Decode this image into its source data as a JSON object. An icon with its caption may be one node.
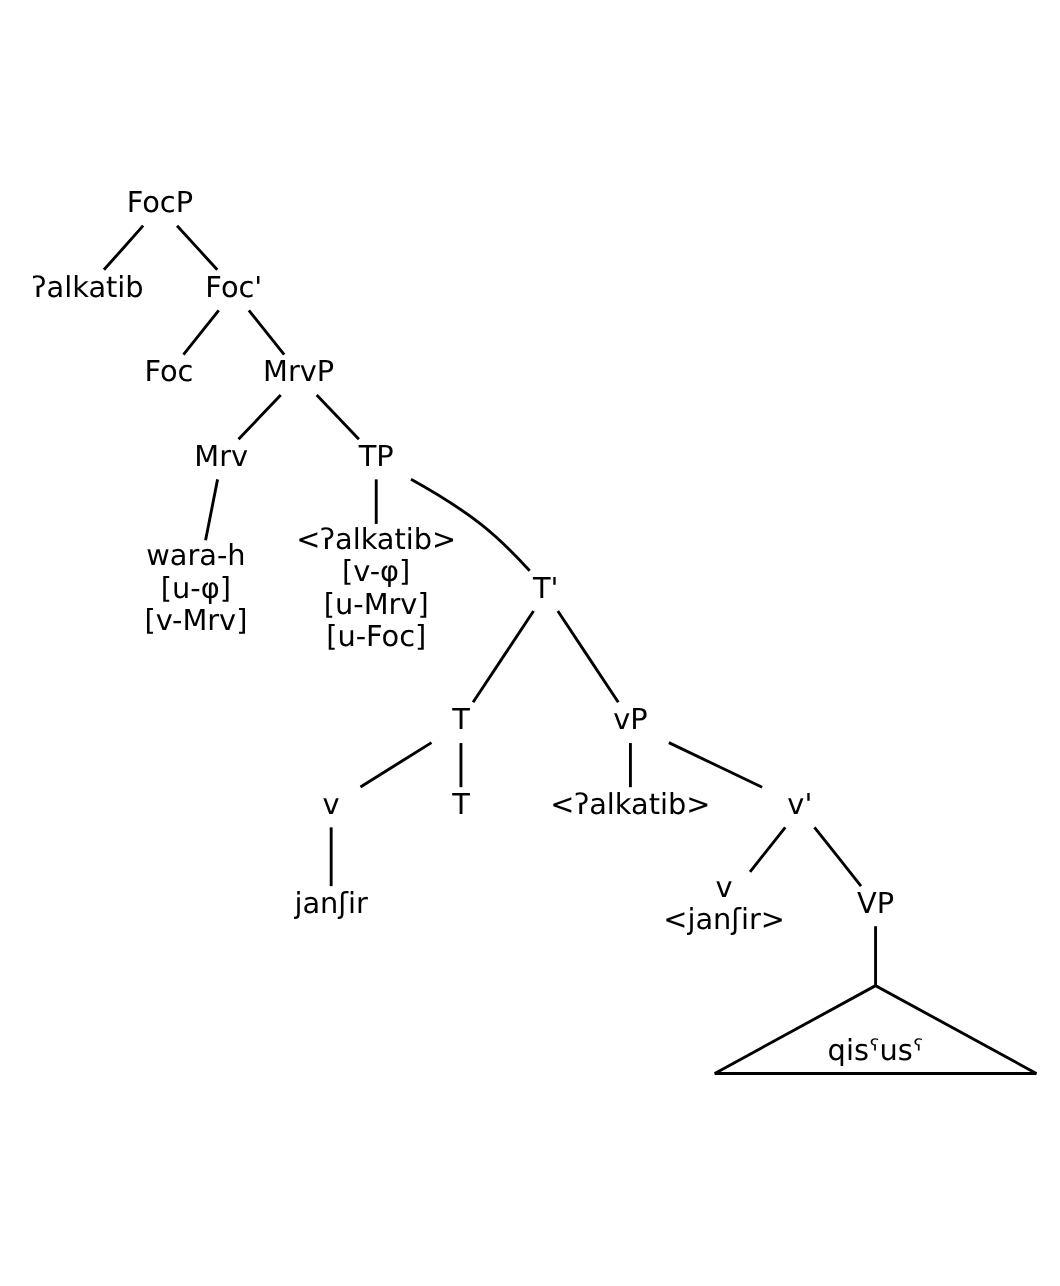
{
  "diagram": {
    "nodes": [
      {
        "text": [
          "FocP"
        ]
      },
      {
        "text": [
          "ʔalkatib"
        ]
      },
      {
        "text": [
          "Foc'"
        ]
      },
      {
        "text": [
          "Foc"
        ]
      },
      {
        "text": [
          "MrvP"
        ]
      },
      {
        "text": [
          "Mrv"
        ]
      },
      {
        "text": [
          "TP"
        ]
      },
      {
        "text": [
          "wara-h",
          "[u-φ]",
          "[v-Mrv]"
        ]
      },
      {
        "text": [
          "<ʔalkatib>",
          "[v-φ]",
          "[u-Mrv]",
          "[u-Foc]"
        ]
      },
      {
        "text": [
          "T'"
        ]
      },
      {
        "text": [
          "T"
        ]
      },
      {
        "text": [
          "vP"
        ]
      },
      {
        "text": [
          "v"
        ]
      },
      {
        "text": [
          "T"
        ]
      },
      {
        "text": [
          "<ʔalkatib>"
        ]
      },
      {
        "text": [
          "v'"
        ]
      },
      {
        "text": [
          "janʃir"
        ]
      },
      {
        "text": [
          "v",
          "<janʃir>"
        ]
      },
      {
        "text": [
          "VP"
        ]
      },
      {
        "text": [
          "qisˤusˤ"
        ]
      }
    ],
    "edges": [
      {
        "from": 0,
        "to": 1,
        "arrow": "none"
      },
      {
        "from": 0,
        "to": 2,
        "arrow": "none"
      },
      {
        "from": 2,
        "to": 3,
        "arrow": "none"
      },
      {
        "from": 2,
        "to": 4,
        "arrow": "none"
      },
      {
        "from": 4,
        "to": 5,
        "arrow": "none"
      },
      {
        "from": 4,
        "to": 6,
        "arrow": "none"
      },
      {
        "from": 5,
        "to": 7,
        "arrow": "none"
      },
      {
        "from": 6,
        "to": 8,
        "arrow": "none"
      },
      {
        "from": 6,
        "to": 9,
        "arrow": "none"
      },
      {
        "from": 9,
        "to": 10,
        "arrow": "none"
      },
      {
        "from": 9,
        "to": 11,
        "arrow": "none"
      },
      {
        "from": 10,
        "to": 12,
        "arrow": "none"
      },
      {
        "from": 10,
        "to": 13,
        "arrow": "none"
      },
      {
        "from": 11,
        "to": 14,
        "arrow": "none"
      },
      {
        "from": 11,
        "to": 15,
        "arrow": "none"
      },
      {
        "from": 12,
        "to": 16,
        "arrow": "none"
      },
      {
        "from": 15,
        "to": 17,
        "arrow": "none"
      },
      {
        "from": 15,
        "to": 18,
        "arrow": "none"
      },
      {
        "from": 18,
        "to": 19,
        "arrow": "none"
      }
    ]
  }
}
